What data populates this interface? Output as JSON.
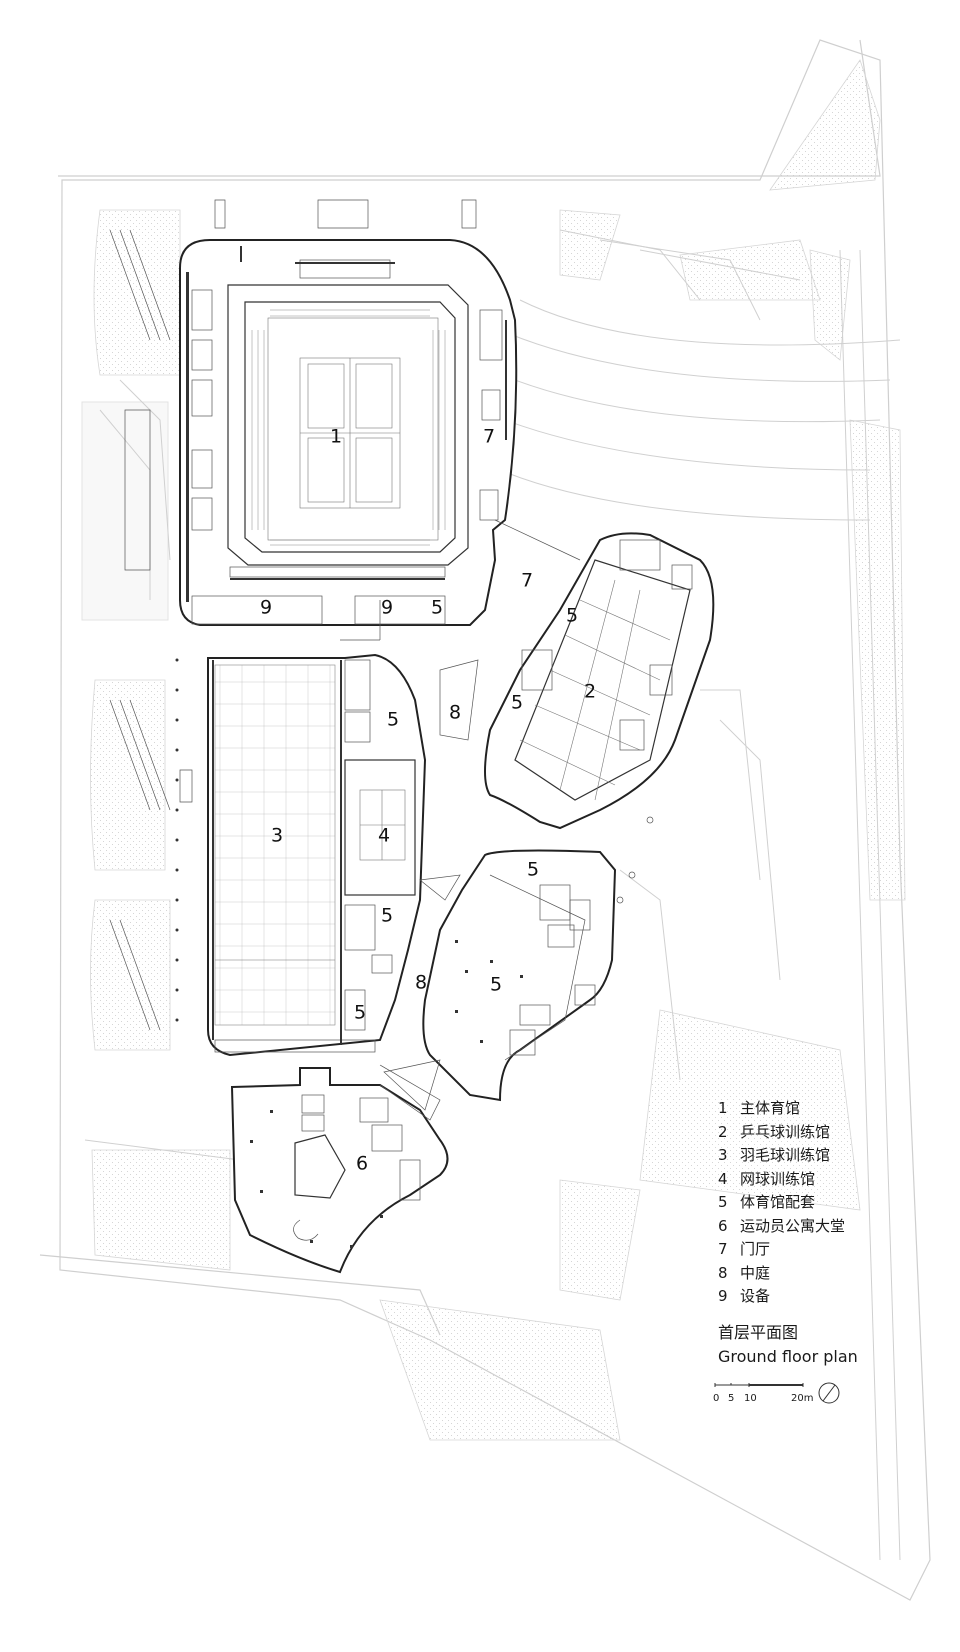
{
  "zones": [
    {
      "num": "1",
      "label": "主体育馆"
    },
    {
      "num": "2",
      "label": "乒乓球训练馆"
    },
    {
      "num": "3",
      "label": "羽毛球训练馆"
    },
    {
      "num": "4",
      "label": "网球训练馆"
    },
    {
      "num": "5",
      "label": "体育馆配套"
    },
    {
      "num": "6",
      "label": "运动员公寓大堂"
    },
    {
      "num": "7",
      "label": "门厅"
    },
    {
      "num": "8",
      "label": "中庭"
    },
    {
      "num": "9",
      "label": "设备"
    }
  ],
  "plan_labels": [
    "1",
    "7",
    "7",
    "9",
    "9",
    "5",
    "5",
    "2",
    "5",
    "8",
    "5",
    "3",
    "4",
    "5",
    "5",
    "8",
    "5",
    "5",
    "6"
  ],
  "caption": {
    "title_cn": "首层平面图",
    "title_en": "Ground floor plan"
  },
  "scale_bar": {
    "ticks": [
      "0",
      "5",
      "10",
      "20m"
    ],
    "north_icon": "north-arrow-icon"
  }
}
